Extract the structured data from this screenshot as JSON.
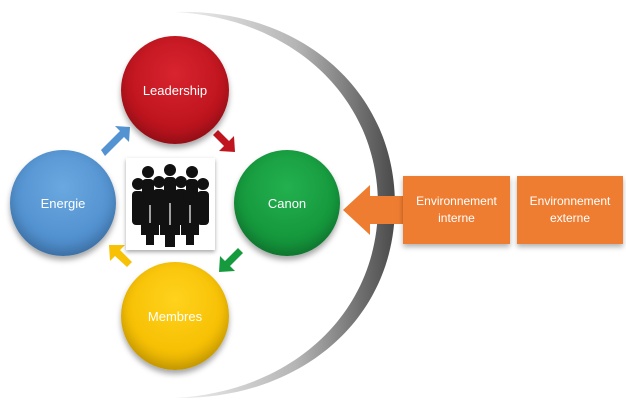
{
  "diagram": {
    "nodes": {
      "leadership": {
        "label": "Leadership",
        "color": "#c0151f"
      },
      "canon": {
        "label": "Canon",
        "color": "#169a3e"
      },
      "membres": {
        "label": "Membres",
        "color": "#f7c105"
      },
      "energie": {
        "label": "Energie",
        "color": "#5493d1"
      }
    },
    "center_icon": "group-of-people-icon",
    "environment": {
      "interne": {
        "label": "Environnement\ninterne",
        "color": "#ee7d31"
      },
      "externe": {
        "label": "Environnement\nexterne",
        "color": "#ee7d31"
      }
    },
    "cycle": [
      "leadership",
      "canon",
      "membres",
      "energie"
    ]
  }
}
